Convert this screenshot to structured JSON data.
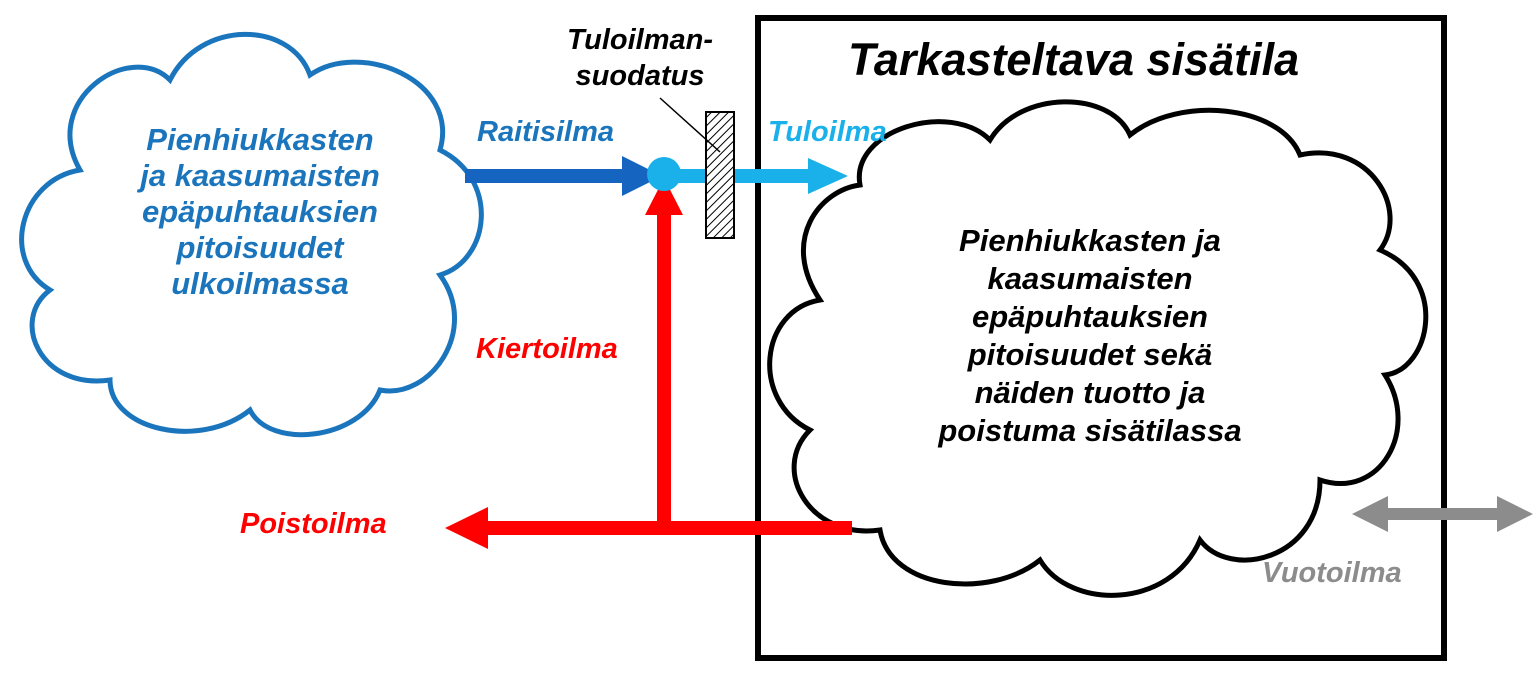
{
  "diagram": {
    "room_title": "Tarkasteltava sisätila",
    "outdoor_cloud_text": "Pienhiukkasten\nja kaasumaisten\nepäpuhtauksien\npitoisuudet\nulkoilmassa",
    "indoor_cloud_text": "Pienhiukkasten ja\nkaasumaisten\nepäpuhtauksien\npitoisuudet sekä\nnäiden tuotto ja\npoistuma sisätilassa",
    "filter_label": "Tuloilman-\nsuodatus",
    "flows": {
      "raitisilma": "Raitisilma",
      "tuloilma": "Tuloilma",
      "kiertoilma": "Kiertoilma",
      "poistoilma": "Poistoilma",
      "vuotoilma": "Vuotoilma"
    }
  },
  "colors": {
    "outdoor_blue": "#1b75bc",
    "raitis_arrow": "#1565c0",
    "tulo_cyan": "#1ab0ea",
    "kierto_red": "#ff0000",
    "vuoto_gray": "#8c8c8c",
    "outline_black": "#000000"
  }
}
